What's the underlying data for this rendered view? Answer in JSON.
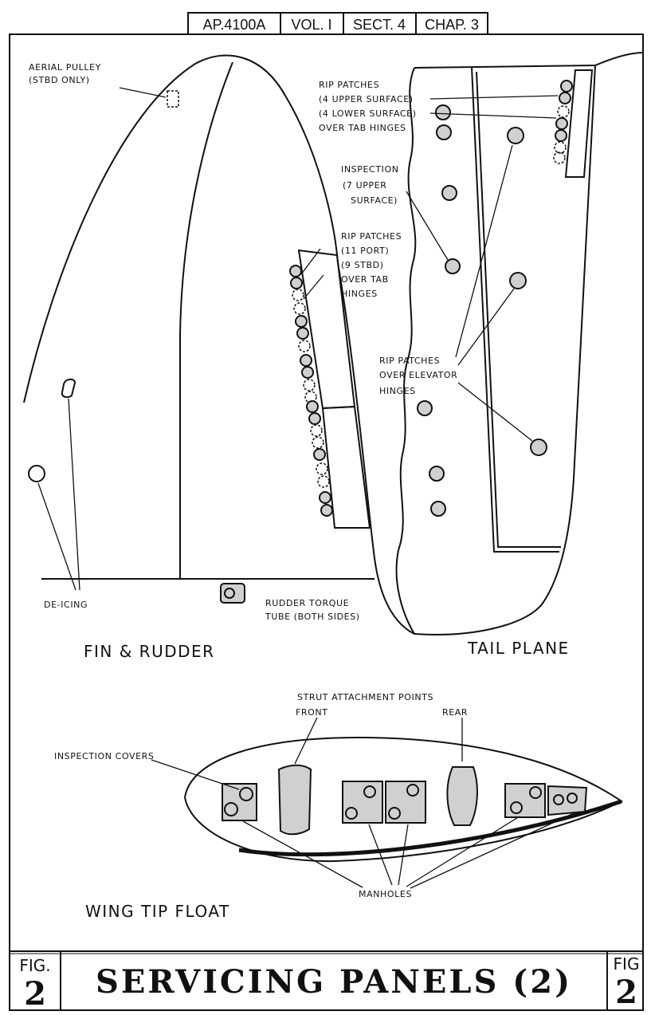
{
  "header": {
    "ref": "AP.4100A",
    "vol": "VOL. I",
    "sect": "SECT. 4",
    "chap": "CHAP. 3"
  },
  "fin_rudder": {
    "title": "FIN & RUDDER",
    "aerial_pulley": [
      "AERIAL PULLEY",
      "(STBD ONLY)"
    ],
    "rip_patches": [
      "RIP PATCHES",
      "(11 PORT)",
      "(9 STBD)",
      "OVER TAB",
      "HINGES"
    ],
    "de_icing": "DE-ICING",
    "rudder_torque": [
      "RUDDER TORQUE",
      "TUBE (BOTH SIDES)"
    ]
  },
  "tail_plane": {
    "title": "TAIL PLANE",
    "rip_patches_tab": [
      "RIP PATCHES",
      "(4 UPPER SURFACE)",
      "(4 LOWER SURFACE)",
      "OVER TAB HINGES"
    ],
    "inspection": [
      "INSPECTION",
      "(7 UPPER",
      "SURFACE)"
    ],
    "rip_patches_elevator": [
      "RIP PATCHES",
      "OVER ELEVATOR",
      "HINGES"
    ]
  },
  "float": {
    "title": "WING TIP FLOAT",
    "strut": "STRUT ATTACHMENT POINTS",
    "front": "FRONT",
    "rear": "REAR",
    "inspection_covers": "INSPECTION COVERS",
    "manholes": "MANHOLES"
  },
  "footer": {
    "fig_left_label": "FIG.",
    "fig_left_num": "2",
    "title": "SERVICING PANELS (2)",
    "fig_right_label": "FIG",
    "fig_right_num": "2"
  }
}
